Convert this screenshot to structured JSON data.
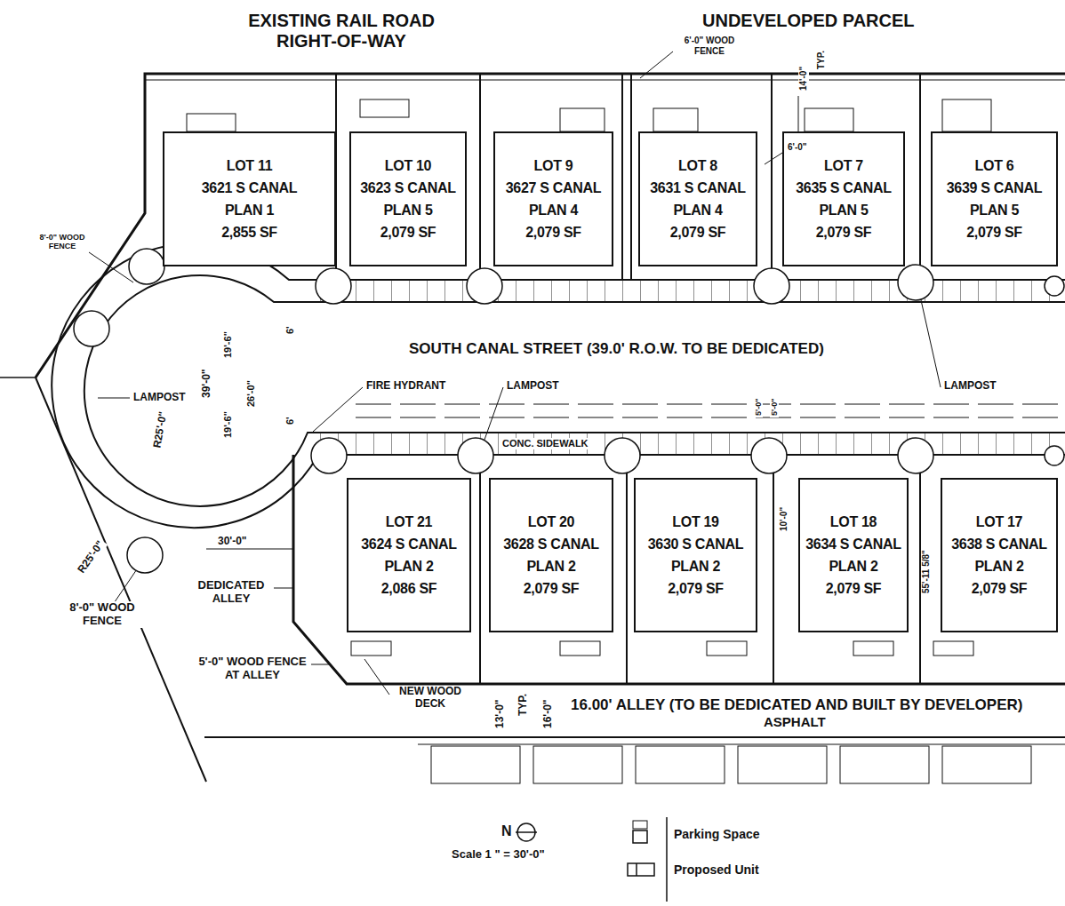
{
  "diagram": {
    "nodes": [
      {
        "text": [
          "LOT 11",
          "3621 S CANAL",
          "PLAN 1",
          "2,855 SF"
        ]
      },
      {
        "text": [
          "LOT 10",
          "3623 S CANAL",
          "PLAN 5",
          "2,079 SF"
        ]
      },
      {
        "text": [
          "LOT 9",
          "3627 S CANAL",
          "PLAN 4",
          "2,079 SF"
        ]
      },
      {
        "text": [
          "LOT 8",
          "3631 S CANAL",
          "PLAN 4",
          "2,079 SF"
        ]
      },
      {
        "text": [
          "LOT 7",
          "3635 S CANAL",
          "PLAN 5",
          "2,079 SF"
        ]
      },
      {
        "text": [
          "LOT 6",
          "3639 S CANAL",
          "PLAN 5",
          "2,079 SF"
        ]
      },
      {
        "text": [
          "LOT 21",
          "3624 S CANAL",
          "PLAN 2",
          "2,086 SF"
        ]
      },
      {
        "text": [
          "LOT 20",
          "3628 S CANAL",
          "PLAN 2",
          "2,079 SF"
        ]
      },
      {
        "text": [
          "LOT 19",
          "3630 S CANAL",
          "PLAN 2",
          "2,079 SF"
        ]
      },
      {
        "text": [
          "LOT 18",
          "3634 S CANAL",
          "PLAN 2",
          "2,079 SF"
        ]
      },
      {
        "text": [
          "LOT 17",
          "3638 S CANAL",
          "PLAN 2",
          "2,079 SF"
        ]
      }
    ],
    "labels": [
      "EXISTING RAIL ROAD RIGHT-OF-WAY",
      "UNDEVELOPED PARCEL",
      "6'-0\" WOOD FENCE",
      "14'-0\"",
      "TYP.",
      "6'-0\"",
      "8'-0\" WOOD FENCE",
      "LAMPOST",
      "R25'-0\"",
      "39'-0\"",
      "19'-6\"",
      "19'-6\"",
      "26'-0\"",
      "6'",
      "6'",
      "SOUTH CANAL STREET (39.0' R.O.W. TO BE DEDICATED)",
      "FIRE HYDRANT",
      "LAMPOST",
      "LAMPOST",
      "5'-0\"",
      "5'-0\"",
      "CONC. SIDEWALK",
      "30'-0\"",
      "R25'-0\"",
      "DEDICATED ALLEY",
      "8'-0\" WOOD FENCE",
      "5'-0\" WOOD FENCE AT ALLEY",
      "NEW WOOD DECK",
      "13'-0\"",
      "TYP.",
      "16'-0\"",
      "16.00' ALLEY (TO BE DEDICATED AND BUILT BY DEVELOPER)",
      "ASPHALT",
      "10'-0\"",
      "55'-11 5/8\"",
      "N",
      "Scale 1 \" = 30'-0\""
    ],
    "legend": [
      {
        "text": "Parking Space"
      },
      {
        "text": "Proposed Unit"
      }
    ]
  }
}
